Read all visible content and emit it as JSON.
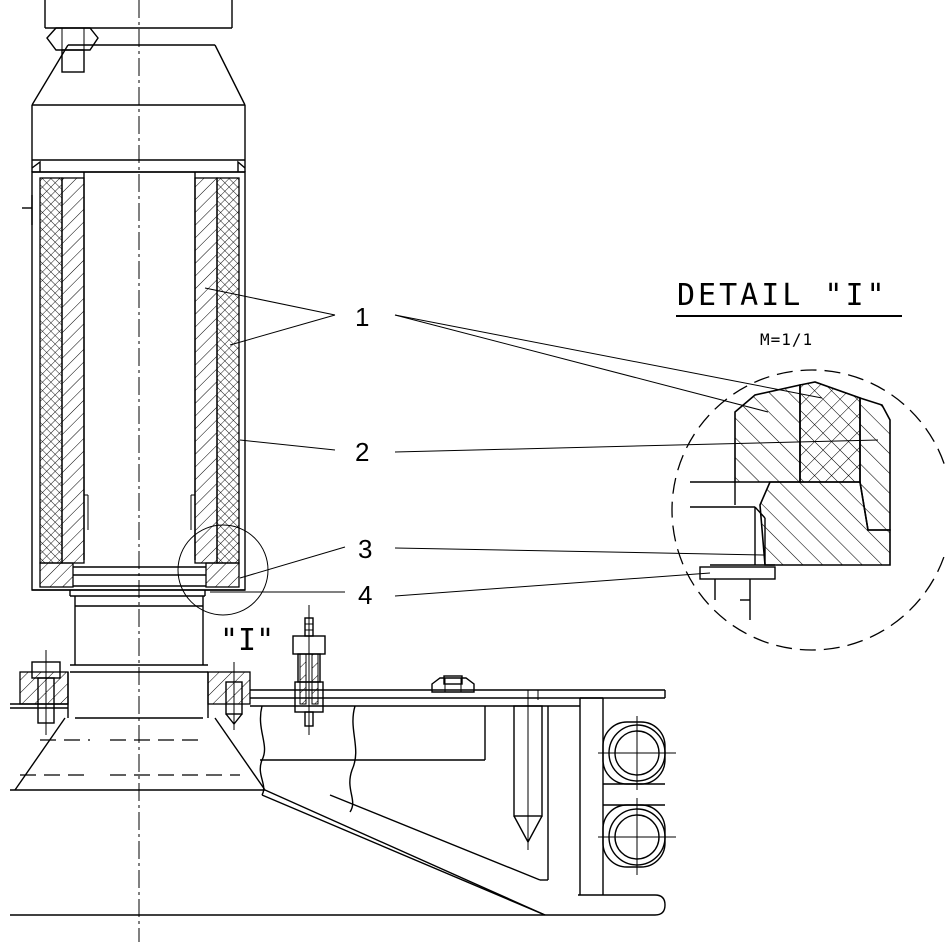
{
  "detail": {
    "title": "DETAIL \"I\"",
    "scale": "M=1/1",
    "marker": "\"I\""
  },
  "callouts": [
    "1",
    "2",
    "3",
    "4"
  ]
}
